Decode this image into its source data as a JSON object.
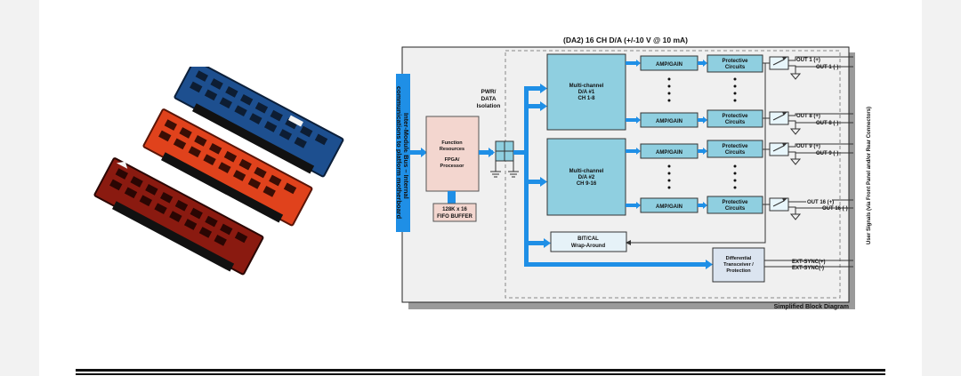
{
  "diagram": {
    "title": "(DA2) 16 CH  D/A (+/-10 V @ 10 mA)",
    "footer": "Simplified Block Diagram",
    "bus_label_1": "Inter-Module Bus – Internal",
    "bus_label_2": "communications to platform motherboard",
    "side_label": "User Signals (via Front Panel and/or Rear Connectors)",
    "isolation": [
      "PWR/",
      "DATA",
      "Isolation"
    ],
    "function_block": [
      "Function",
      "Resources",
      "FPGA/",
      "Processor"
    ],
    "fifo": [
      "128K x 16",
      "FIFO BUFFER"
    ],
    "da1": [
      "Multi-channel",
      "D/A #1",
      "CH 1-8"
    ],
    "da2": [
      "Multi-channel",
      "D/A #2",
      "CH 9-16"
    ],
    "amp_label": "AMP/GAIN",
    "protect_label": [
      "Protective",
      "Circuits"
    ],
    "bitcal": [
      "BIT/CAL",
      "Wrap-Around"
    ],
    "diff": [
      "Differential",
      "Transceiver /",
      "Protection"
    ],
    "outputs": [
      {
        "pos": "OUT 1 (+)",
        "neg": "OUT 1 (-)"
      },
      {
        "pos": "OUT 8 (+)",
        "neg": "OUT 8 (-)"
      },
      {
        "pos": "OUT 9 (+)",
        "neg": "OUT 9 (-)"
      },
      {
        "pos": "OUT 16 (+)",
        "neg": "OUT 16 (-)"
      }
    ],
    "sync": [
      "EXT-SYNC(+)",
      "EXT-SYNC(-)"
    ]
  },
  "colors": {
    "bus_blue": "#1f8fe6",
    "da_fill": "#8fcfe0",
    "small_fill": "#a9dbea",
    "func_fill": "#f3d6cf",
    "board_blue": "#1d4f8f",
    "board_orange": "#e0421c",
    "board_red": "#8a1a10"
  }
}
